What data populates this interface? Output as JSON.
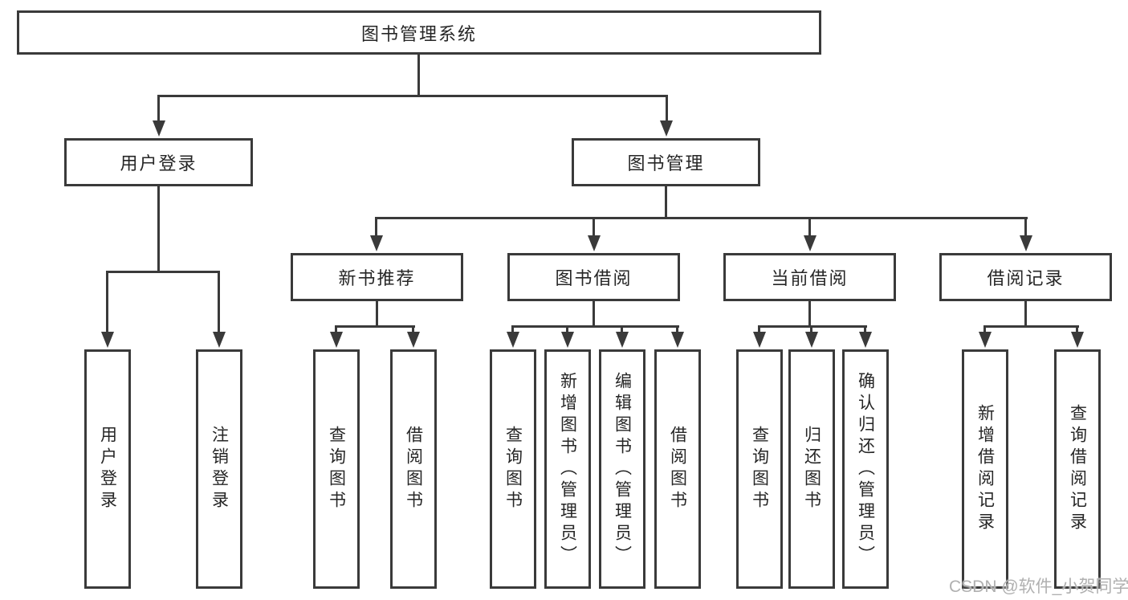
{
  "tree": {
    "root_label": "图书管理系统",
    "branches": [
      {
        "label": "用户登录",
        "children": [
          {
            "label": "用户登录"
          },
          {
            "label": "注销登录"
          }
        ]
      },
      {
        "label": "图书管理",
        "children": [
          {
            "label": "新书推荐",
            "children": [
              {
                "label": "查询图书"
              },
              {
                "label": "借阅图书"
              }
            ]
          },
          {
            "label": "图书借阅",
            "children": [
              {
                "label": "查询图书"
              },
              {
                "label": "新增图书（管理员）"
              },
              {
                "label": "编辑图书（管理员）"
              },
              {
                "label": "借阅图书"
              }
            ]
          },
          {
            "label": "当前借阅",
            "children": [
              {
                "label": "查询图书"
              },
              {
                "label": "归还图书"
              },
              {
                "label": "确认归还（管理员）"
              }
            ]
          },
          {
            "label": "借阅记录",
            "children": [
              {
                "label": "新增借阅记录"
              },
              {
                "label": "查询借阅记录"
              }
            ]
          }
        ]
      }
    ]
  },
  "watermark": "CSDN @软件_小贺同学",
  "colors": {
    "line": "#3a3a3a",
    "text": "#262626",
    "background": "#ffffff",
    "watermark": "#b0b0b0"
  }
}
